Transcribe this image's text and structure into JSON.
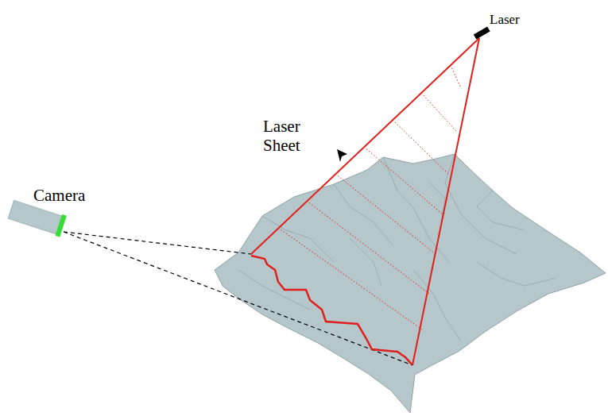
{
  "diagram": {
    "labels": [
      "Laser",
      "Laser Sheet",
      "Camera"
    ]
  }
}
